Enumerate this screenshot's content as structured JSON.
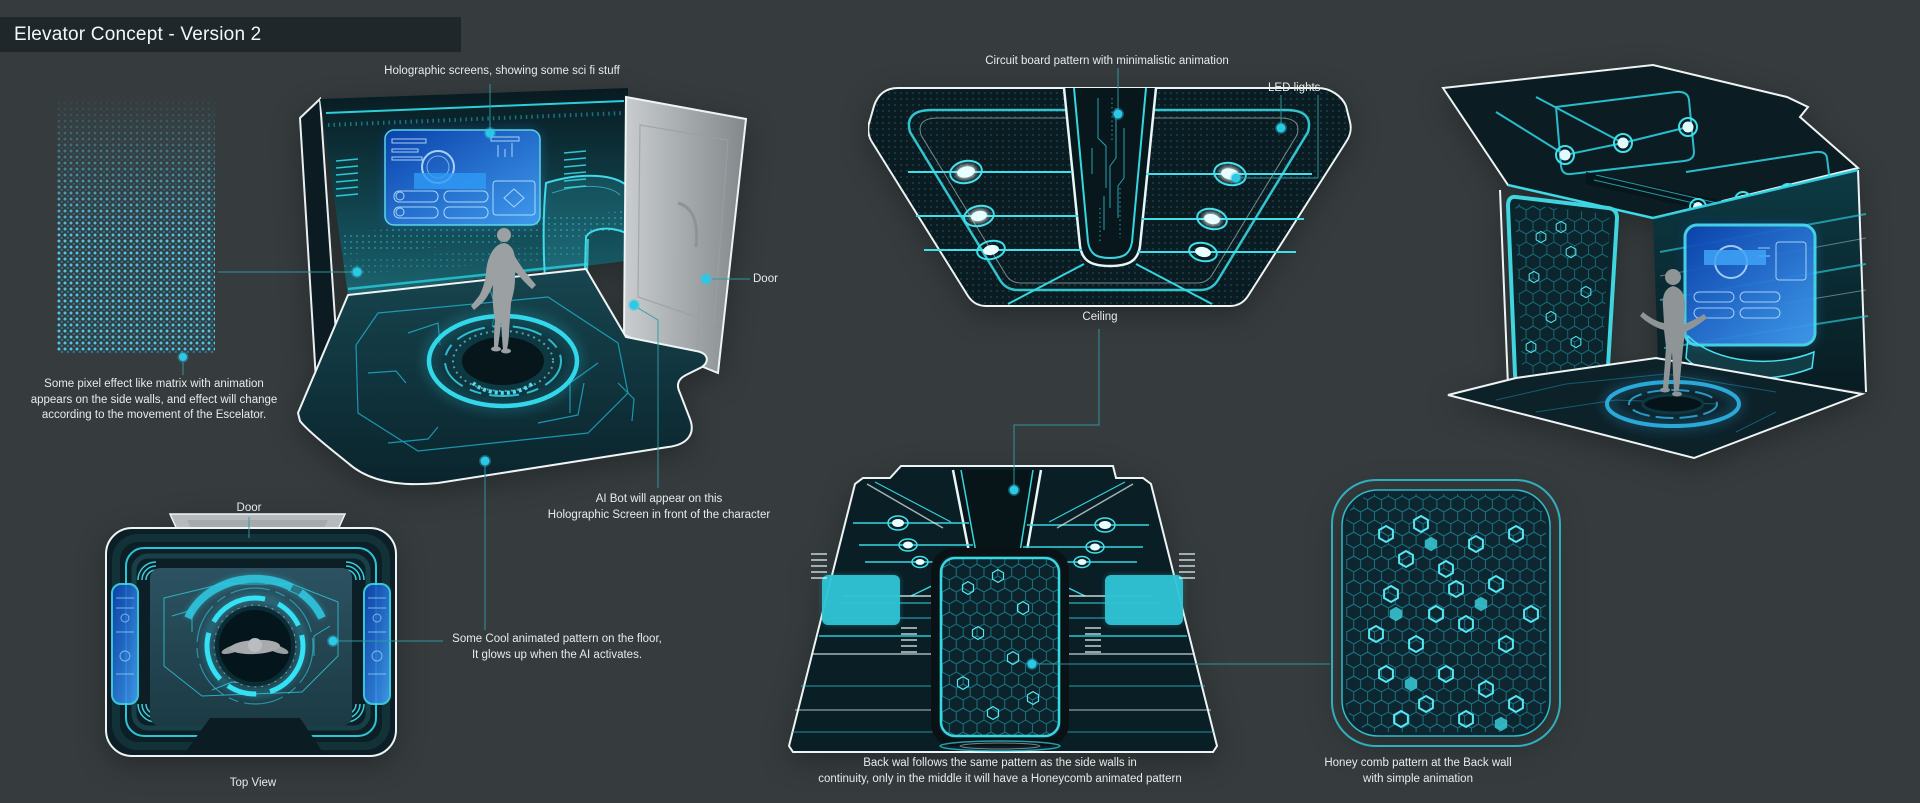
{
  "title_bar": {
    "title": "Elevator Concept - Version 2"
  },
  "annotations": {
    "holographic_screens": "Holographic screens, showing some sci fi stuff",
    "circuit_board": "Circuit board pattern with minimalistic animation",
    "led_lights": "LED lights",
    "door_side": "Door",
    "pixel_effect": "Some pixel effect like matrix with animation\nappears on the side walls, and effect will change\naccording to the movement of the Escelator.",
    "door_top_view": "Door",
    "top_view_caption": "Top View",
    "ai_bot": "AI Bot will appear on this\nHolographic Screen in front of the character",
    "floor_pattern": "Some Cool animated pattern on the floor,\nIt glows up when the AI activates.",
    "ceiling_caption": "Ceiling",
    "back_wall": "Back wal follows the same pattern as the side walls in\ncontinuity, only in the middle it will have a Honeycomb animated pattern",
    "honeycomb": "Honey comb pattern at the Back wall\nwith simple animation"
  },
  "colors": {
    "background": "#363c3e",
    "title_bar": "#20272a",
    "annotation_text": "#e6ebeb",
    "accent_cyan": "#35dff2",
    "accent_teal": "#2fbccc",
    "connector": "#2f9aa2",
    "hologram_blue": "#2e8df2",
    "led_pale": "#e8fdfd",
    "figure_gray": "#9ba1a3",
    "door_gray": "#b6babc"
  }
}
